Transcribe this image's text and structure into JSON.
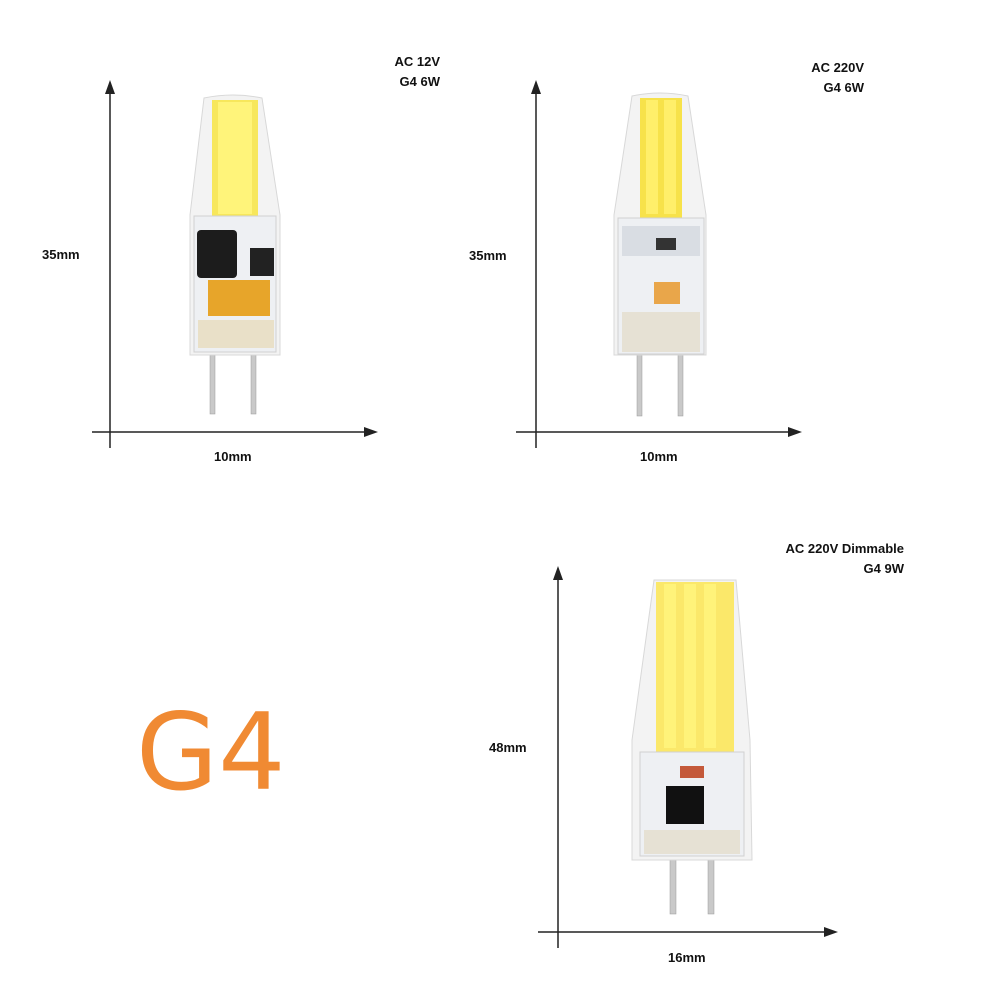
{
  "brand_color": "#f08a33",
  "title": "G4",
  "products": [
    {
      "voltage": "AC 12V",
      "model": "G4 6W",
      "height": "35mm",
      "width": "10mm"
    },
    {
      "voltage": "AC 220V",
      "model": "G4 6W",
      "height": "35mm",
      "width": "10mm"
    },
    {
      "voltage": "AC 220V Dimmable",
      "model": "G4 9W",
      "height": "48mm",
      "width": "16mm"
    }
  ]
}
